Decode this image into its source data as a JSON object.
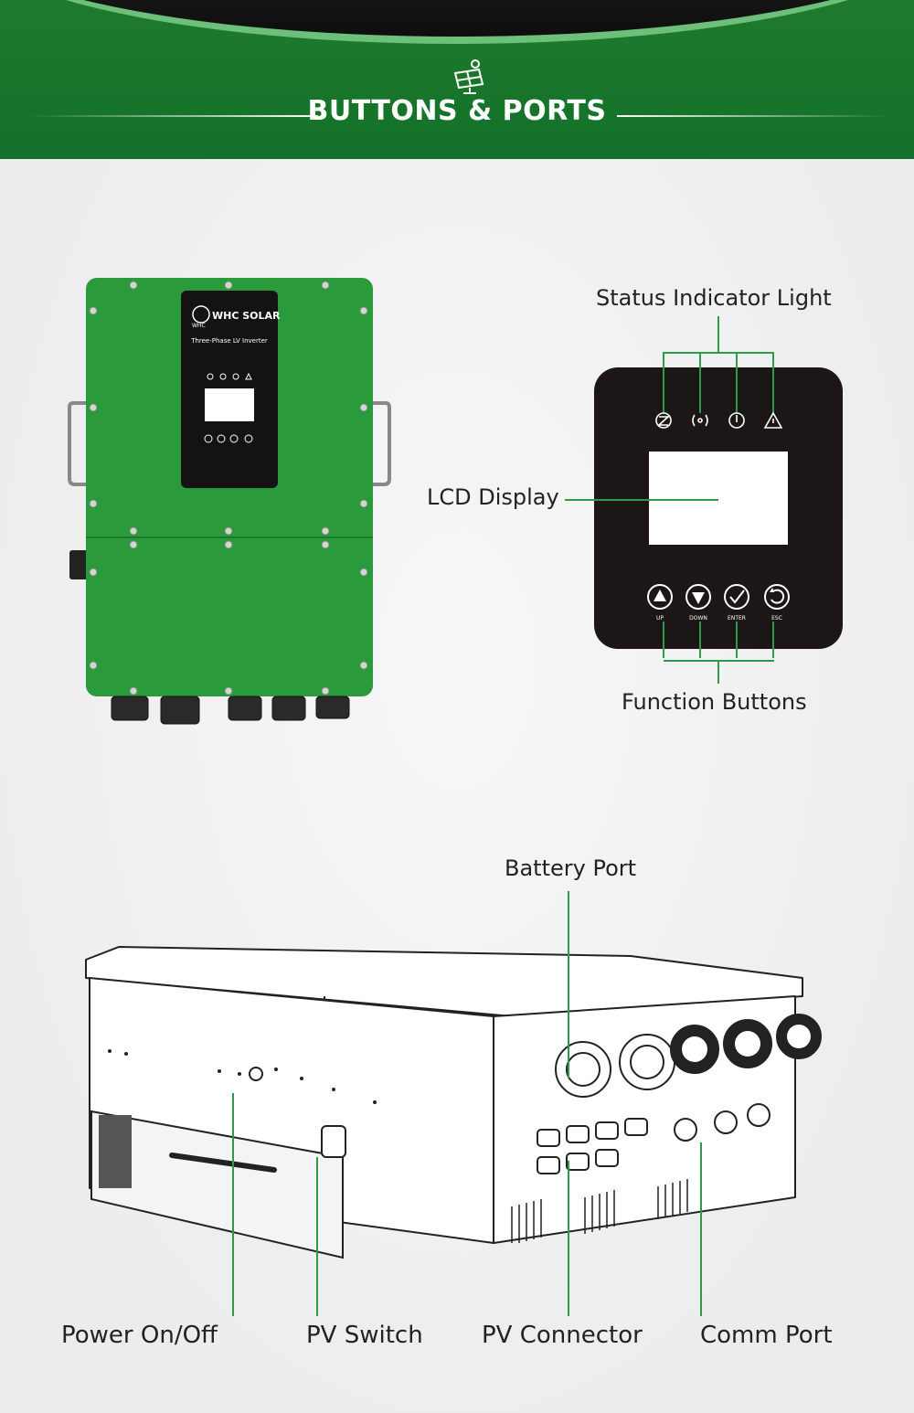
{
  "header": {
    "title": "BUTTONS & PORTS"
  },
  "front_view": {
    "brand": "WHC SOLAR",
    "brand_small": "WHC",
    "model": "Three-Phase LV Inverter",
    "button_labels": [
      "UP",
      "DOWN",
      "ENTER",
      "ESC"
    ]
  },
  "callouts": {
    "status_indicator": "Status Indicator Light",
    "lcd_display": "LCD Display",
    "function_buttons": "Function Buttons",
    "battery_port": "Battery Port",
    "power_onoff": "Power On/Off",
    "pv_switch": "PV Switch",
    "pv_connector": "PV Connector",
    "comm_port": "Comm Port"
  },
  "colors": {
    "brand_green": "#12712a",
    "inverter_green": "#2b9a3b",
    "callout_green": "#2e9a4a",
    "panel_black": "#1c1617"
  },
  "icons": [
    "solar-panel-logo-icon",
    "grid-status-icon",
    "wifi-status-icon",
    "power-status-icon",
    "warning-icon",
    "up-arrow-icon",
    "down-arrow-icon",
    "enter-check-icon",
    "esc-return-icon"
  ]
}
